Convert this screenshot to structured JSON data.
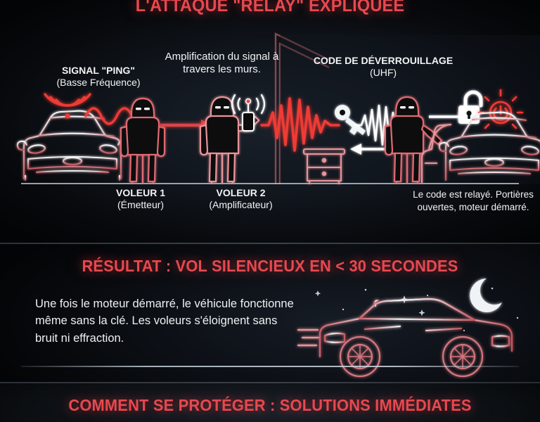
{
  "colors": {
    "accent_red": "#e8484f",
    "bright_red": "#ef3b36",
    "outline_white": "#eef1f3",
    "outline_pink": "#e2858c",
    "background": "#050607"
  },
  "section1": {
    "title": "L'ATTAQUE \"RELAY\" EXPLIQUÉE",
    "labels": {
      "ping_title": "SIGNAL \"PING\"",
      "ping_sub": "(Basse Fréquence)",
      "amplification": "Amplification du signal à travers les murs.",
      "code_title": "CODE DE DÉVERROUILLAGE",
      "code_sub": "(UHF)",
      "thief1_title": "VOLEUR 1",
      "thief1_sub": "(Émetteur)",
      "thief2_title": "VOLEUR 2",
      "thief2_sub": "(Amplificateur)",
      "result_text": "Le code est relayé. Portières ouvertes, moteur démarré."
    },
    "icons": [
      "car-front-icon",
      "wifi-signal-icon",
      "low-frequency-wave-icon",
      "thief-hooded-figure-icon",
      "arrow-right-icon",
      "amplifier-device-icon",
      "house-outline-icon",
      "red-waveform-icon",
      "key-icon",
      "white-waveform-icon",
      "nightstand-icon",
      "unlock-padlock-icon",
      "power-button-icon",
      "car-door-open-icon"
    ]
  },
  "section2": {
    "title": "RÉSULTAT : VOL SILENCIEUX EN < 30 SECONDES",
    "paragraph": "Une fois le moteur démarré, le véhicule fonctionne même sans la clé. Les voleurs s'éloignent sans bruit ni effraction.",
    "icons": [
      "car-side-speeding-icon",
      "crescent-moon-icon",
      "stars-icon",
      "speed-lines-icon"
    ]
  },
  "section3": {
    "title": "COMMENT SE PROTÉGER : SOLUTIONS IMMÉDIATES"
  }
}
